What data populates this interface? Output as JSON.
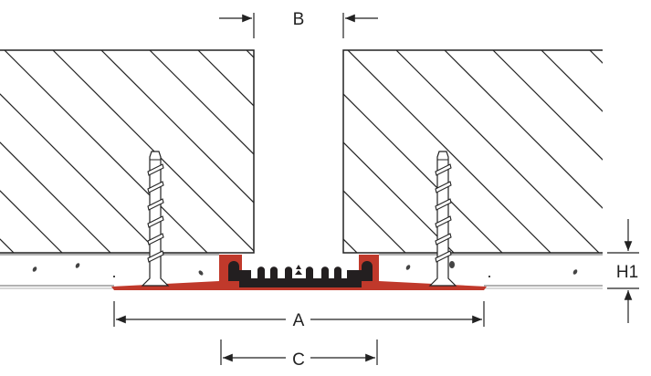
{
  "labels": {
    "b": "B",
    "a": "A",
    "c": "C",
    "h1": "H1"
  },
  "colors": {
    "profile_red": "#c0392b",
    "insert_black": "#231f20",
    "line": "#222222",
    "screed_line": "#9a9a9a"
  }
}
